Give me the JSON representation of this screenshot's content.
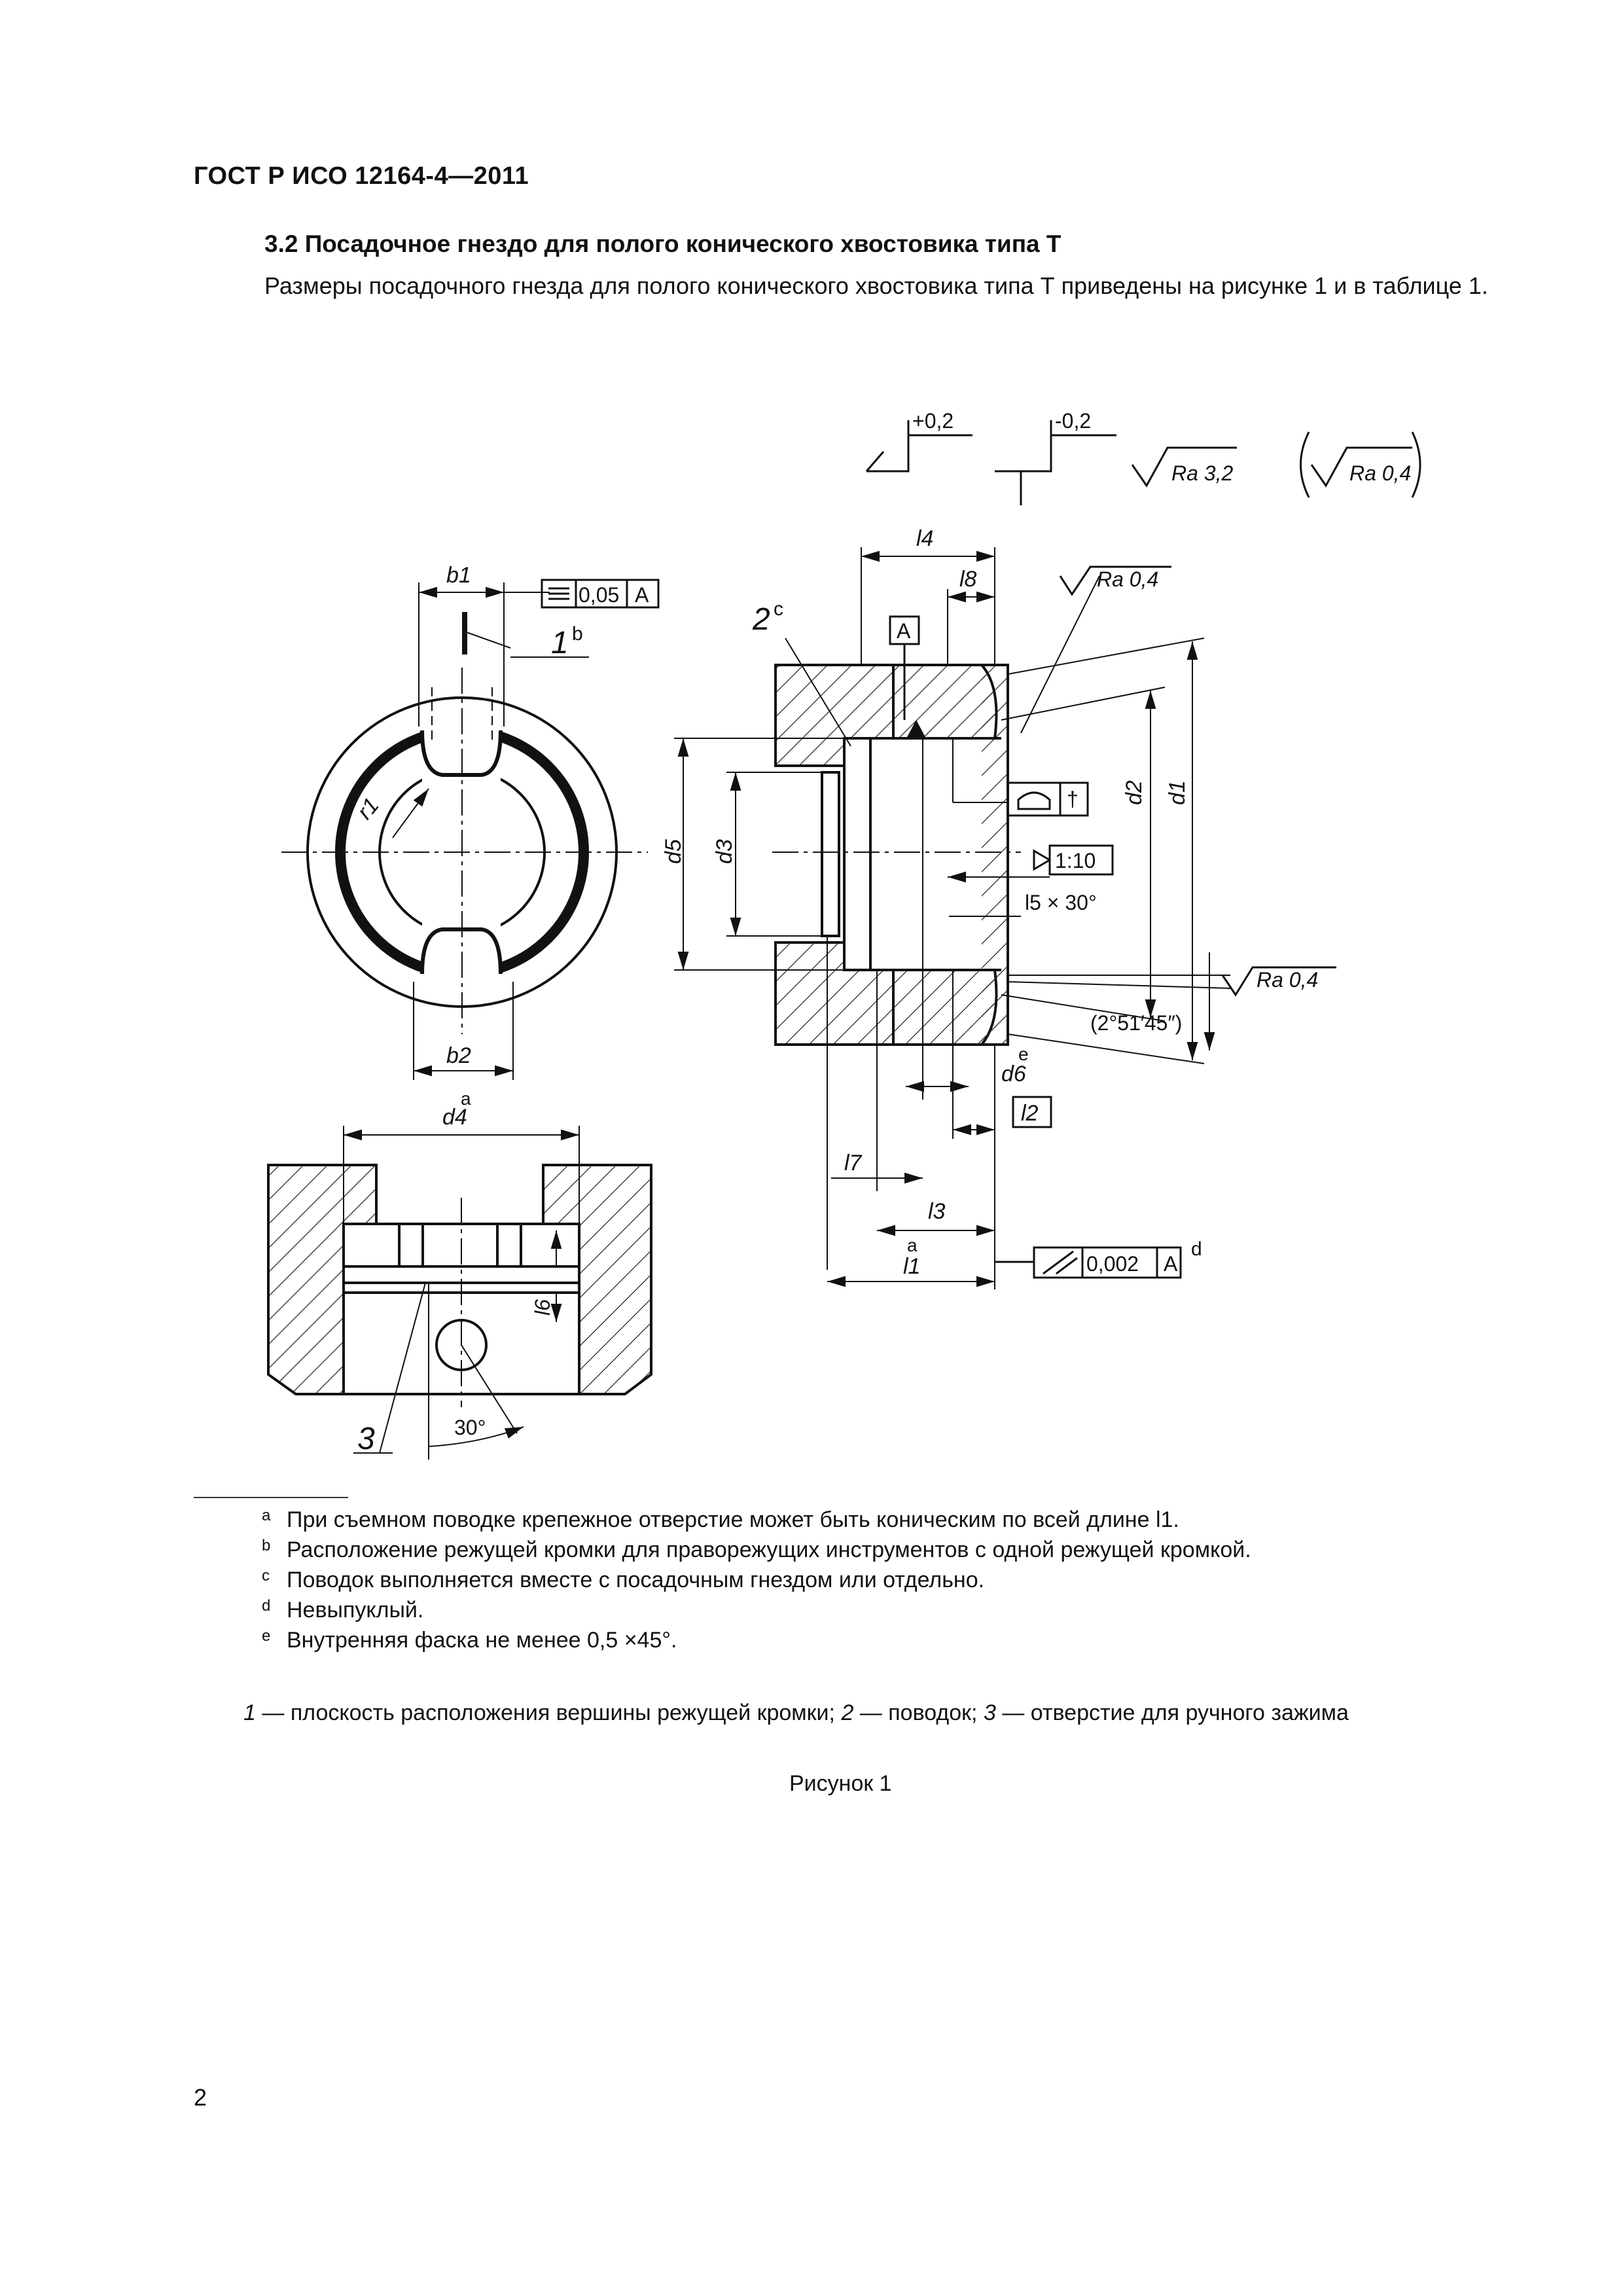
{
  "header": {
    "doc_id": "ГОСТ Р ИСО 12164-4—2011"
  },
  "section": {
    "title": "3.2  Посадочное гнездо для полого конического хвостовика типа Т",
    "intro": "Размеры посадочного гнезда для полого конического хвостовика типа Т приведены на рисунке 1 и в таблице 1."
  },
  "figure": {
    "tolerance_plus": "+0,2",
    "tolerance_minus": "-0,2",
    "roughness_general": "Ra 3,2",
    "roughness_general_alt": "Ra 0,4",
    "roughness_top": "Ra 0,4",
    "roughness_bottom": "Ra 0,4",
    "symmetry_value": "0,05",
    "symmetry_datum": "A",
    "datum_label": "A",
    "taper_ratio": "1:10",
    "chamfer": "l5 × 30°",
    "angle": "(2°51′45″)",
    "runout_value": "0,002",
    "runout_datum": "A",
    "runout_note": "d",
    "profile_note": "†",
    "view_angle": "30°",
    "labels": {
      "b1": "b1",
      "b2": "b2",
      "r1": "r1",
      "d4": "d4",
      "d4_sup": "a",
      "l6": "l6",
      "d1": "d1",
      "d2": "d2",
      "d3": "d3",
      "d5": "d5",
      "d6": "d6",
      "d6_sup": "e",
      "l1": "l1",
      "l1_sup": "a",
      "l2": "l2",
      "l3": "l3",
      "l4": "l4",
      "l7": "l7",
      "l8": "l8"
    },
    "callouts": {
      "c1": "1",
      "c1_sup": "b",
      "c2": "2",
      "c2_sup": "c",
      "c3": "3"
    }
  },
  "footnotes": [
    {
      "mark": "a",
      "text": "При съемном поводке крепежное отверстие может быть коническим по всей длине l1."
    },
    {
      "mark": "b",
      "text": "Расположение режущей кромки для праворежущих инструментов с одной режущей кромкой."
    },
    {
      "mark": "c",
      "text": "Поводок выполняется вместе с посадочным гнездом или отдельно."
    },
    {
      "mark": "d",
      "text": "Невыпуклый."
    },
    {
      "mark": "e",
      "text": "Внутренняя фаска не менее 0,5 ×45°."
    }
  ],
  "legend": {
    "n1": "1",
    "t1": " — плоскость расположения вершины режущей кромки; ",
    "n2": "2",
    "t2": " — поводок; ",
    "n3": "3",
    "t3": " — отверстие для ручного зажима"
  },
  "caption": "Рисунок 1",
  "page_number": "2"
}
